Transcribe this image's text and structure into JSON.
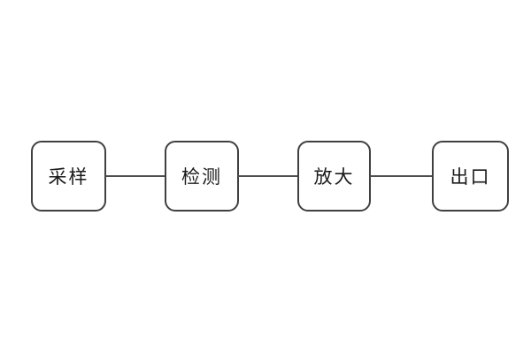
{
  "diagram": {
    "type": "flowchart",
    "direction": "horizontal",
    "nodes": [
      {
        "id": "sampling",
        "label": "采样"
      },
      {
        "id": "detection",
        "label": "检测"
      },
      {
        "id": "amplification",
        "label": "放大"
      },
      {
        "id": "outlet",
        "label": "出口"
      }
    ],
    "edges": [
      {
        "from": "sampling",
        "to": "detection"
      },
      {
        "from": "detection",
        "to": "amplification"
      },
      {
        "from": "amplification",
        "to": "outlet"
      }
    ],
    "colors": {
      "background": "#ffffff",
      "node_fill": "#ffffff",
      "node_border": "#404040",
      "connector": "#4d4d4d",
      "text": "#1a1a1a"
    }
  }
}
